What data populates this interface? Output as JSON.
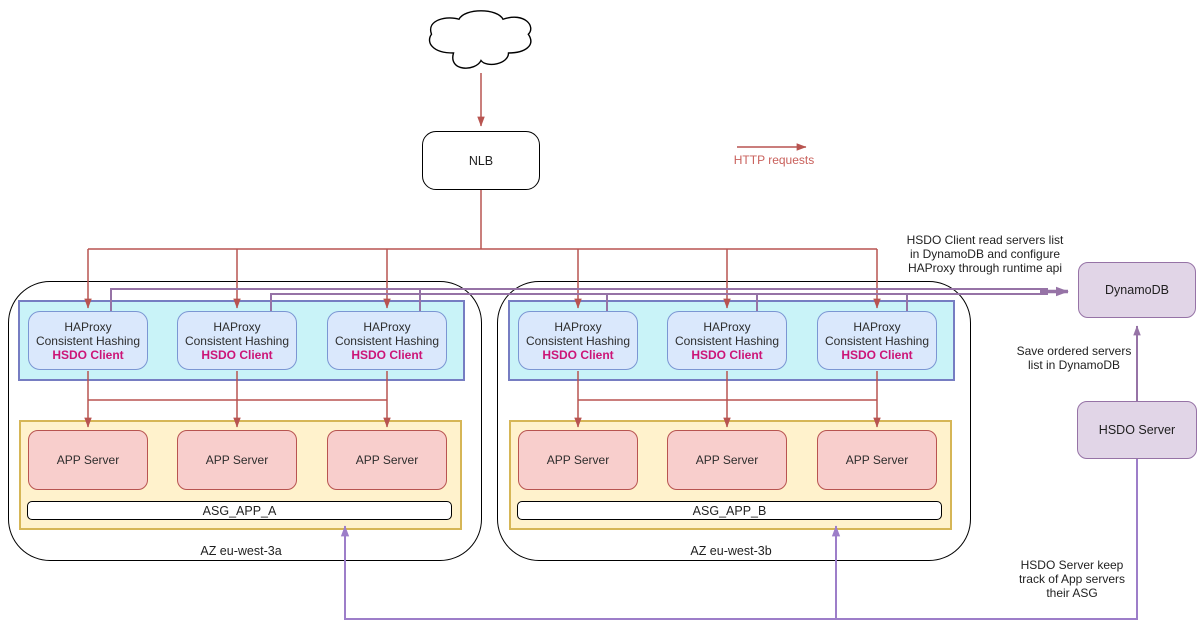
{
  "nlb": {
    "label": "NLB"
  },
  "legend": {
    "http_label": "HTTP requests"
  },
  "zones": [
    {
      "az_label": "AZ eu-west-3a",
      "asg_label": "ASG_APP_A",
      "haproxy_boxes": [
        {
          "title": "HAProxy",
          "subtitle": "Consistent Hashing",
          "client": "HSDO Client"
        },
        {
          "title": "HAProxy",
          "subtitle": "Consistent Hashing",
          "client": "HSDO Client"
        },
        {
          "title": "HAProxy",
          "subtitle": "Consistent Hashing",
          "client": "HSDO Client"
        }
      ],
      "app_servers": [
        {
          "label": "APP Server"
        },
        {
          "label": "APP Server"
        },
        {
          "label": "APP Server"
        }
      ]
    },
    {
      "az_label": "AZ eu-west-3b",
      "asg_label": "ASG_APP_B",
      "haproxy_boxes": [
        {
          "title": "HAProxy",
          "subtitle": "Consistent Hashing",
          "client": "HSDO Client"
        },
        {
          "title": "HAProxy",
          "subtitle": "Consistent Hashing",
          "client": "HSDO Client"
        },
        {
          "title": "HAProxy",
          "subtitle": "Consistent Hashing",
          "client": "HSDO Client"
        }
      ],
      "app_servers": [
        {
          "label": "APP Server"
        },
        {
          "label": "APP Server"
        },
        {
          "label": "APP Server"
        }
      ]
    }
  ],
  "dynamodb": {
    "label": "DynamoDB"
  },
  "hsdo_server": {
    "label": "HSDO Server"
  },
  "annotations": {
    "read_lines": [
      "HSDO Client read servers list",
      "in DynamoDB and configure",
      "HAProxy through runtime api"
    ],
    "save_lines": [
      "Save ordered servers",
      "list in DynamoDB"
    ],
    "track_lines": [
      "HSDO Server keep",
      "track of App servers",
      "their ASG"
    ]
  },
  "colors": {
    "http_line": "#b85450",
    "http_label_text": "#c9605b",
    "haproxy_fill": "#dae8fc",
    "haproxy_border": "#7b96d3",
    "hsdo_client_text": "#cc1477",
    "cyan_fill": "#c9f3f8",
    "cyan_border": "#767dc2",
    "asg_group_fill": "#fff2cc",
    "asg_group_border": "#d6b656",
    "app_fill": "#f8cecc",
    "app_border": "#b85450",
    "purple_node_fill": "#e1d5e7",
    "purple_node_border": "#9673a6",
    "dynamodb_bus_line": "#9673a6",
    "track_loop_line": "#9d7ec9"
  }
}
